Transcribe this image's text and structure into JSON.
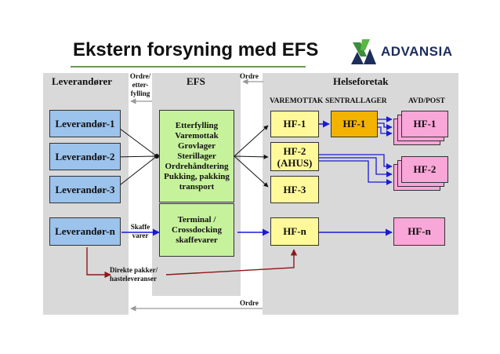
{
  "title": "Ekstern forsyning med EFS",
  "logo": {
    "text": "ADVANSIA"
  },
  "columns": {
    "leverandorer": "Leverandører",
    "efs": "EFS",
    "helseforetak": "Helseforetak"
  },
  "subheaders": {
    "varemottak": "VAREMOTTAK",
    "sentrallager": "SENTRALLAGER",
    "avd_post": "AVD/POST"
  },
  "flow_labels": {
    "ordre_etterfylling": [
      "Ordre/",
      "etter-",
      "fylling"
    ],
    "ordre_top": "Ordre",
    "skaffe_varer": [
      "Skaffe",
      "varer"
    ],
    "direkte_pakker": [
      "Direkte pakker/",
      "hasteleveranser"
    ],
    "ordre_bottom": "Ordre"
  },
  "suppliers": [
    "Leverandør-1",
    "Leverandør-2",
    "Leverandør-3",
    "Leverandør-n"
  ],
  "efs_top_lines": [
    "Etterfylling",
    "Varemottak",
    "Grovlager",
    "Sterillager",
    "Ordrehåndtering",
    "Pukking, pakking",
    "transport"
  ],
  "efs_bottom_lines": [
    "Terminal /",
    "Crossdocking",
    "skaffevarer"
  ],
  "hf_receiving": {
    "hf1": "HF-1",
    "hf2_lines": [
      "HF-2",
      "(AHUS)"
    ],
    "hf3": "HF-3",
    "hfn": "HF-n"
  },
  "central_store": {
    "hf1": "HF-1"
  },
  "departments": {
    "hf1": "HF-1",
    "hf2": "HF-2",
    "hfn": "HF-n"
  },
  "colors": {
    "panel": "#d9d9d9",
    "supplier": "#9cc3ec",
    "efs": "#c7f29c",
    "receiving": "#fff99a",
    "central": "#f2b300",
    "department": "#f9a6d8",
    "flow_blue": "#1a1ad6",
    "flow_red": "#8b1a1a"
  }
}
